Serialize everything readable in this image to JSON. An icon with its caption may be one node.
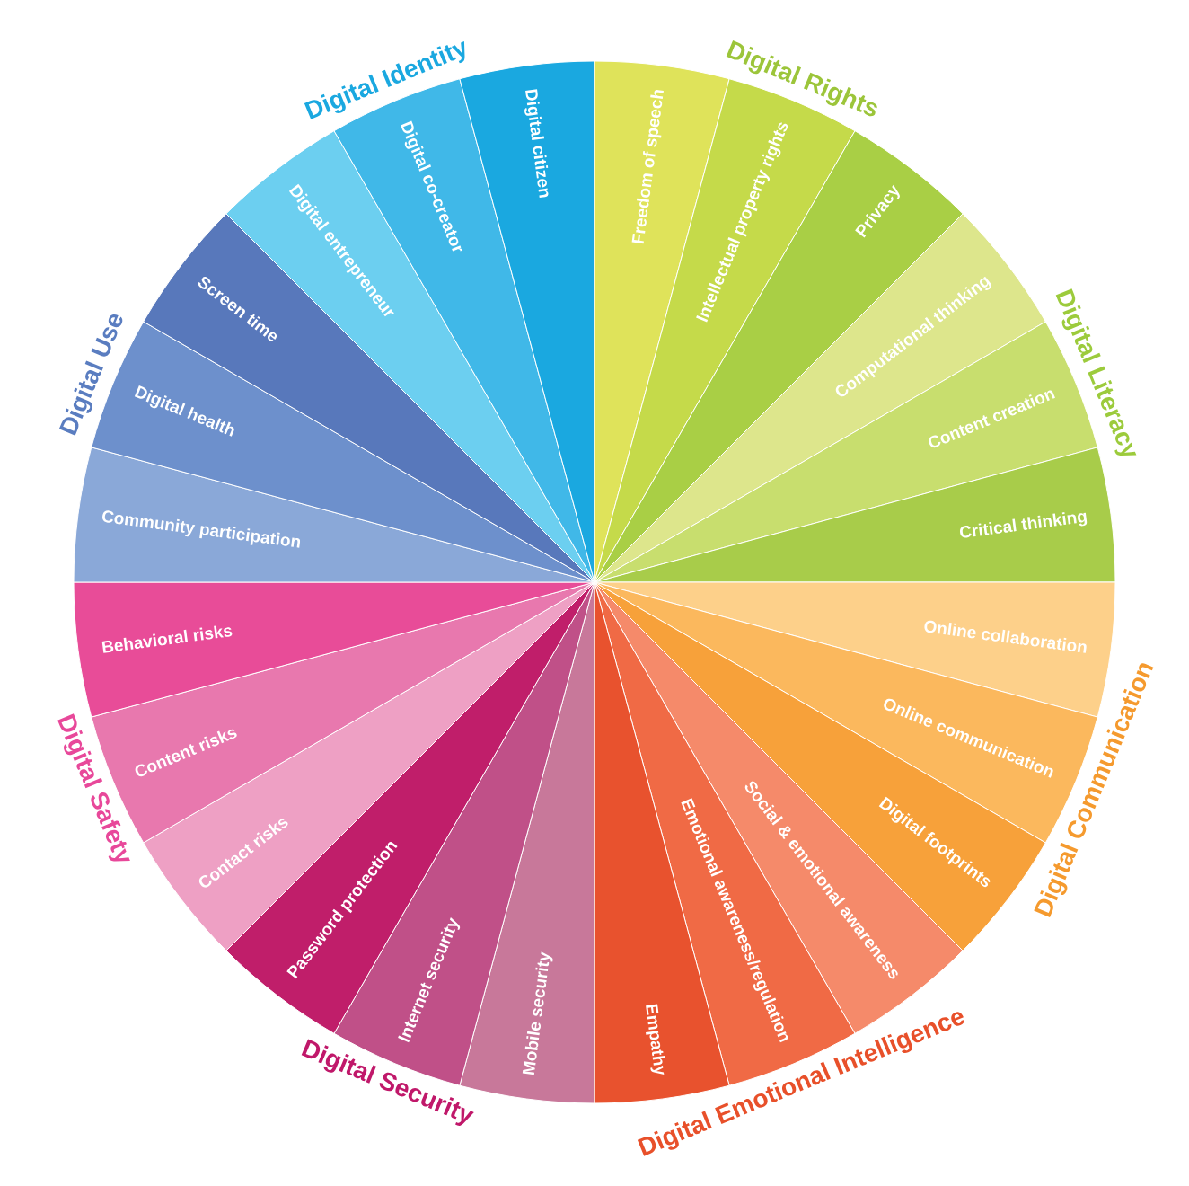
{
  "diagram": {
    "nodes": [
      {
        "text": [
          "Digital Rights"
        ]
      },
      {
        "text": [
          "Freedom of speech"
        ],
        "in": 0
      },
      {
        "text": [
          "Intellectual property rights"
        ],
        "in": 0
      },
      {
        "text": [
          "Privacy"
        ],
        "in": 0
      },
      {
        "text": [
          "Digital Literacy"
        ]
      },
      {
        "text": [
          "Computational thinking"
        ],
        "in": 4
      },
      {
        "text": [
          "Content creation"
        ],
        "in": 4
      },
      {
        "text": [
          "Critical thinking"
        ],
        "in": 4
      },
      {
        "text": [
          "Digital Communication"
        ]
      },
      {
        "text": [
          "Online collaboration"
        ],
        "in": 8
      },
      {
        "text": [
          "Online communication"
        ],
        "in": 8
      },
      {
        "text": [
          "Digital footprints"
        ],
        "in": 8
      },
      {
        "text": [
          "Digital Emotional Intelligence"
        ]
      },
      {
        "text": [
          "Social & emotional awareness"
        ],
        "in": 12
      },
      {
        "text": [
          "Emotional awareness/regulation"
        ],
        "in": 12
      },
      {
        "text": [
          "Empathy"
        ],
        "in": 12
      },
      {
        "text": [
          "Digital Security"
        ]
      },
      {
        "text": [
          "Mobile security"
        ],
        "in": 16
      },
      {
        "text": [
          "Internet security"
        ],
        "in": 16
      },
      {
        "text": [
          "Password protection"
        ],
        "in": 16
      },
      {
        "text": [
          "Digital Safety"
        ]
      },
      {
        "text": [
          "Contact risks"
        ],
        "in": 20
      },
      {
        "text": [
          "Content risks"
        ],
        "in": 20
      },
      {
        "text": [
          "Behavioral risks"
        ],
        "in": 20
      },
      {
        "text": [
          "Digital Use"
        ]
      },
      {
        "text": [
          "Community participation"
        ],
        "in": 24
      },
      {
        "text": [
          "Digital health"
        ],
        "in": 24
      },
      {
        "text": [
          "Screen time"
        ],
        "in": 24
      },
      {
        "text": [
          "Digital Identity"
        ]
      },
      {
        "text": [
          "Digital entrepreneur"
        ],
        "in": 28
      },
      {
        "text": [
          "Digital co-creator"
        ],
        "in": 28
      },
      {
        "text": [
          "Digital citizen"
        ],
        "in": 28
      }
    ]
  }
}
